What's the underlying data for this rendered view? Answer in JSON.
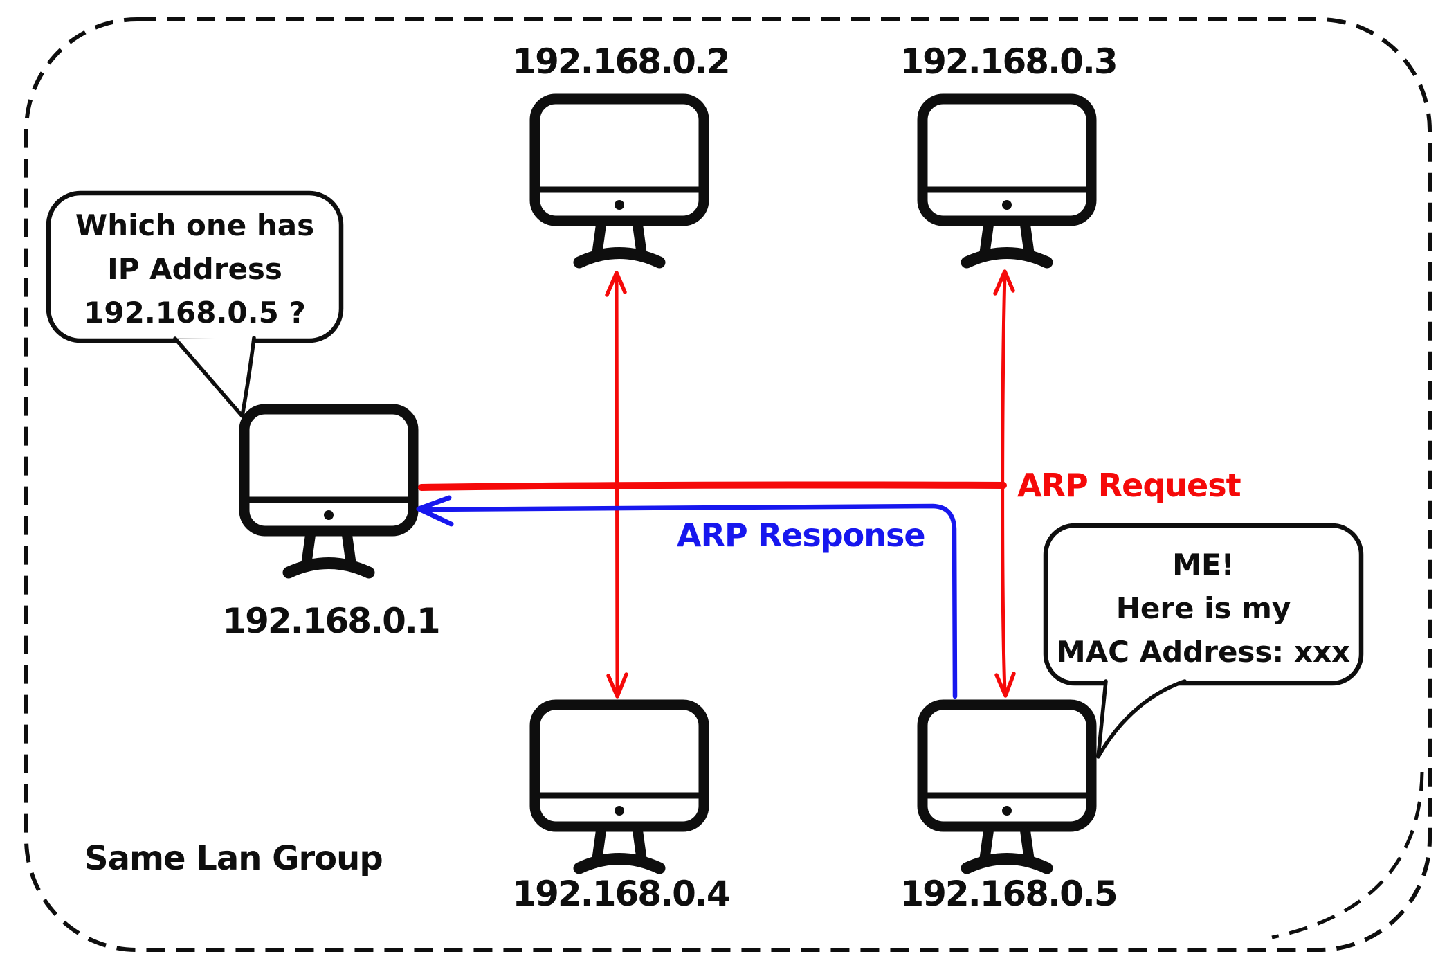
{
  "group_label": "Same Lan Group",
  "arrows": {
    "request_label": "ARP Request",
    "response_label": "ARP Response"
  },
  "computers": [
    {
      "ip": "192.168.0.1"
    },
    {
      "ip": "192.168.0.2"
    },
    {
      "ip": "192.168.0.3"
    },
    {
      "ip": "192.168.0.4"
    },
    {
      "ip": "192.168.0.5"
    }
  ],
  "bubbles": {
    "question": {
      "lines": [
        "Which one has",
        "IP Address",
        "192.168.0.5 ?"
      ]
    },
    "answer": {
      "lines": [
        "ME!",
        "Here is my",
        "MAC Address: xxx"
      ]
    }
  },
  "icons": {
    "computer": "desktop-monitor-icon"
  },
  "colors": {
    "ink": "#0e0e0e",
    "arp_request_red": "#f50909",
    "arp_response_blue": "#1717ee",
    "background": "#ffffff"
  }
}
